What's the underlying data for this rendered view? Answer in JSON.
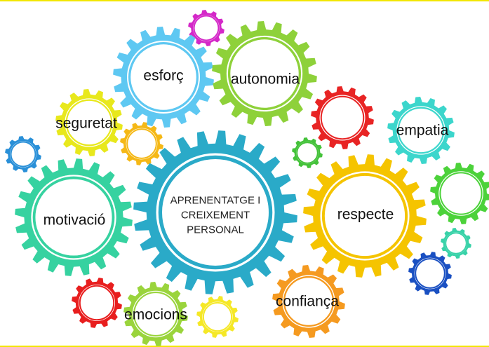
{
  "center": {
    "lines": [
      "APRENENTATGE I",
      "CREIXEMENT",
      "PERSONAL"
    ],
    "color": "#2aaac8"
  },
  "labels": {
    "esforc": "esforç",
    "autonomia": "autonomia",
    "seguretat": "seguretat",
    "empatia": "empatia",
    "motivacio": "motivació",
    "respecte": "respecte",
    "confianca": "confiança",
    "emocions": "emocions"
  },
  "gear_colors": {
    "center": "#2aaac8",
    "esforc": "#5ec8f2",
    "autonomia": "#8ed13a",
    "seguretat": "#e8e81c",
    "empatia": "#3cd6cc",
    "motivacio": "#36d2a0",
    "respecte": "#f5c400",
    "confianca": "#f59a20",
    "emocions": "#9ad43c",
    "magenta": "#d428c8",
    "red_top": "#e82424",
    "small_yellow": "#f5b816",
    "small_blue": "#2a90d8",
    "small_green": "#44c23a",
    "green_right": "#4cd23a",
    "small_teal": "#38d2a8",
    "blue_bottom_right": "#1a50c2",
    "red_bottom": "#e81e1e",
    "yellow_bottom": "#f5e826"
  }
}
